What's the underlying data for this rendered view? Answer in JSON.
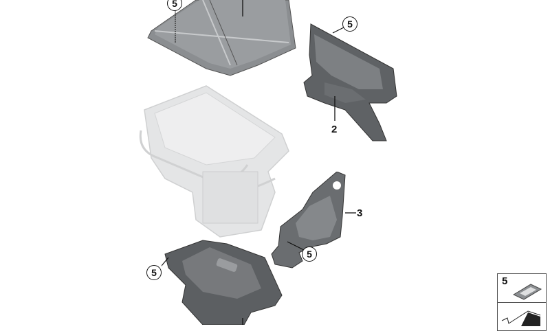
{
  "diagram": {
    "callouts": [
      {
        "id": "cover-callout",
        "label": "5"
      },
      {
        "id": "part2-callout",
        "label": "5"
      },
      {
        "id": "part3-callout",
        "label": "5"
      },
      {
        "id": "bottom-callout",
        "label": "5"
      }
    ],
    "part_numbers": {
      "part2": "2",
      "part3": "3"
    },
    "legend": {
      "item1_label": "5"
    },
    "colors": {
      "part_dark": "#5a5d60",
      "part_mid": "#8a8d90",
      "engine_ghost": "#e2e3e4",
      "line": "#111111"
    }
  }
}
